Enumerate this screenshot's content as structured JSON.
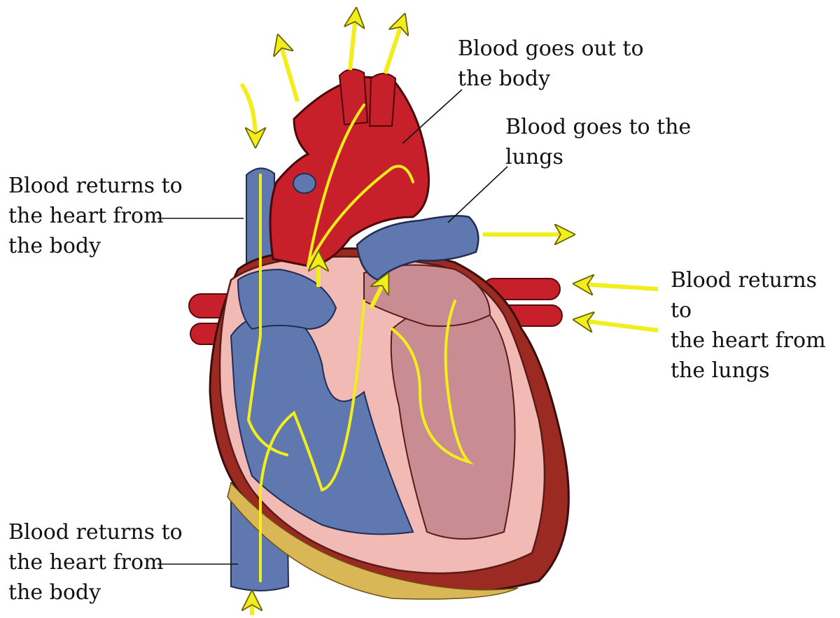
{
  "diagram": {
    "labels": {
      "out_to_body": "Blood goes out to\nthe body",
      "to_lungs": "Blood goes to the\nlungs",
      "return_body_upper": "Blood returns to\nthe heart from\nthe body",
      "return_lungs": "Blood returns to\nthe heart from\nthe lungs",
      "return_body_lower": "Blood returns to\nthe heart from\nthe body"
    },
    "colors": {
      "oxygenated": "#c8202a",
      "deoxygenated": "#5f78b0",
      "flow_arrow": "#f2ee1c",
      "left_chamber": "#c98c92",
      "muscle": "#f1bab4",
      "fat": "#d9b656"
    }
  }
}
